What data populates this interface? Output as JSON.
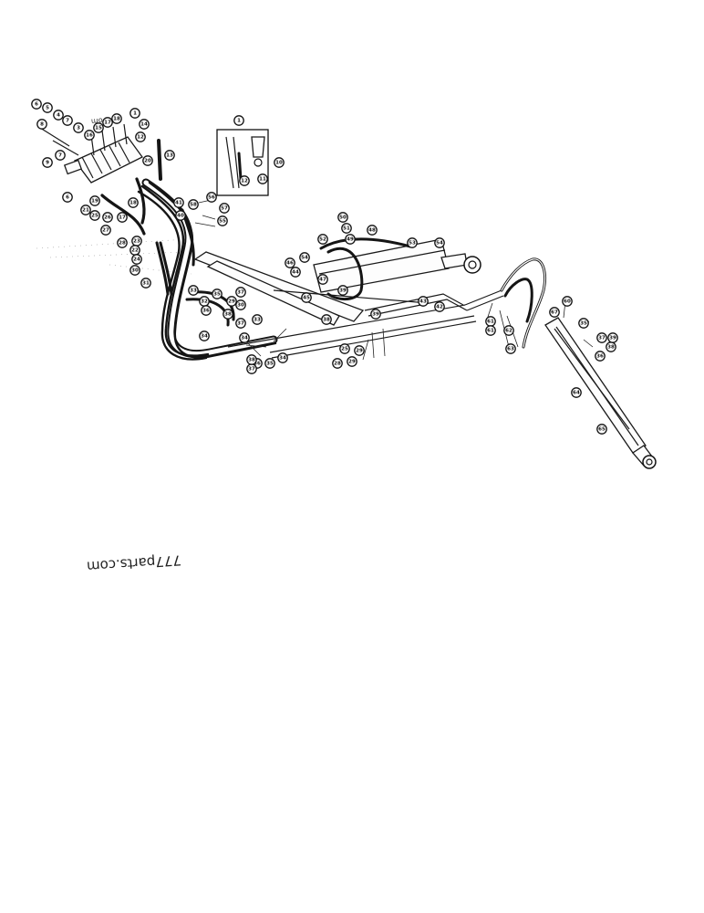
{
  "watermark": {
    "text": "777parts.com"
  },
  "watermark_small": {
    "text": "om"
  },
  "callouts": [
    {
      "id": "c1",
      "label": "6"
    },
    {
      "id": "c2",
      "label": "5"
    },
    {
      "id": "c3",
      "label": "4"
    },
    {
      "id": "c4",
      "label": "7"
    },
    {
      "id": "c5",
      "label": "3"
    },
    {
      "id": "c6",
      "label": "8"
    },
    {
      "id": "c7",
      "label": "9"
    },
    {
      "id": "c8",
      "label": "7"
    },
    {
      "id": "c9",
      "label": "6"
    },
    {
      "id": "c10",
      "label": "1"
    },
    {
      "id": "c11",
      "label": "14"
    },
    {
      "id": "c12",
      "label": "18"
    },
    {
      "id": "c13",
      "label": "17"
    },
    {
      "id": "c14",
      "label": "16"
    },
    {
      "id": "c15",
      "label": "15"
    },
    {
      "id": "c16",
      "label": "13"
    },
    {
      "id": "c17",
      "label": "12"
    },
    {
      "id": "c18",
      "label": "20"
    },
    {
      "id": "c19",
      "label": "19"
    },
    {
      "id": "c20",
      "label": "21"
    },
    {
      "id": "c21",
      "label": "25"
    },
    {
      "id": "c22",
      "label": "26"
    },
    {
      "id": "c23",
      "label": "27"
    },
    {
      "id": "c24",
      "label": "17"
    },
    {
      "id": "c25",
      "label": "18"
    },
    {
      "id": "c26",
      "label": "41"
    },
    {
      "id": "c27",
      "label": "40"
    },
    {
      "id": "c28",
      "label": "56"
    },
    {
      "id": "c29",
      "label": "58"
    },
    {
      "id": "c30",
      "label": "57"
    },
    {
      "id": "c31",
      "label": "55"
    },
    {
      "id": "c32",
      "label": "28"
    },
    {
      "id": "c33",
      "label": "23"
    },
    {
      "id": "c34",
      "label": "22"
    },
    {
      "id": "c35",
      "label": "24"
    },
    {
      "id": "c36",
      "label": "30"
    },
    {
      "id": "c37",
      "label": "31"
    },
    {
      "id": "c38",
      "label": "1"
    },
    {
      "id": "c39",
      "label": "10"
    },
    {
      "id": "c40",
      "label": "12"
    },
    {
      "id": "c41",
      "label": "11"
    },
    {
      "id": "c42",
      "label": "50"
    },
    {
      "id": "c43",
      "label": "51"
    },
    {
      "id": "c44",
      "label": "52"
    },
    {
      "id": "c45",
      "label": "49"
    },
    {
      "id": "c46",
      "label": "48"
    },
    {
      "id": "c47",
      "label": "53"
    },
    {
      "id": "c48",
      "label": "54"
    },
    {
      "id": "c49",
      "label": "54"
    },
    {
      "id": "c50",
      "label": "46"
    },
    {
      "id": "c51",
      "label": "44"
    },
    {
      "id": "c52",
      "label": "47"
    },
    {
      "id": "c53",
      "label": "45"
    },
    {
      "id": "c54",
      "label": "39"
    },
    {
      "id": "c55",
      "label": "43"
    },
    {
      "id": "c56",
      "label": "42"
    },
    {
      "id": "c57",
      "label": "38"
    },
    {
      "id": "c58",
      "label": "39"
    },
    {
      "id": "c59",
      "label": "33"
    },
    {
      "id": "c60",
      "label": "32"
    },
    {
      "id": "c61",
      "label": "35"
    },
    {
      "id": "c62",
      "label": "36"
    },
    {
      "id": "c63",
      "label": "37"
    },
    {
      "id": "c64",
      "label": "29"
    },
    {
      "id": "c65",
      "label": "30"
    },
    {
      "id": "c66",
      "label": "38"
    },
    {
      "id": "c67",
      "label": "34"
    },
    {
      "id": "c68",
      "label": "37"
    },
    {
      "id": "c69",
      "label": "33"
    },
    {
      "id": "c70",
      "label": "34"
    },
    {
      "id": "c71",
      "label": "35"
    },
    {
      "id": "c72",
      "label": "36"
    },
    {
      "id": "c73",
      "label": "37"
    },
    {
      "id": "c74",
      "label": "38"
    },
    {
      "id": "c75",
      "label": "34"
    },
    {
      "id": "c76",
      "label": "61"
    },
    {
      "id": "c77",
      "label": "62"
    },
    {
      "id": "c78",
      "label": "61"
    },
    {
      "id": "c79",
      "label": "63"
    },
    {
      "id": "c80",
      "label": "67"
    },
    {
      "id": "c81",
      "label": "60"
    },
    {
      "id": "c82",
      "label": "35"
    },
    {
      "id": "c83",
      "label": "37"
    },
    {
      "id": "c84",
      "label": "38"
    },
    {
      "id": "c85",
      "label": "36"
    },
    {
      "id": "c86",
      "label": "64"
    },
    {
      "id": "c87",
      "label": "65"
    },
    {
      "id": "c88",
      "label": "39"
    },
    {
      "id": "c89",
      "label": "29"
    },
    {
      "id": "c90",
      "label": "28"
    },
    {
      "id": "c91",
      "label": "29"
    },
    {
      "id": "c92",
      "label": "25"
    }
  ]
}
